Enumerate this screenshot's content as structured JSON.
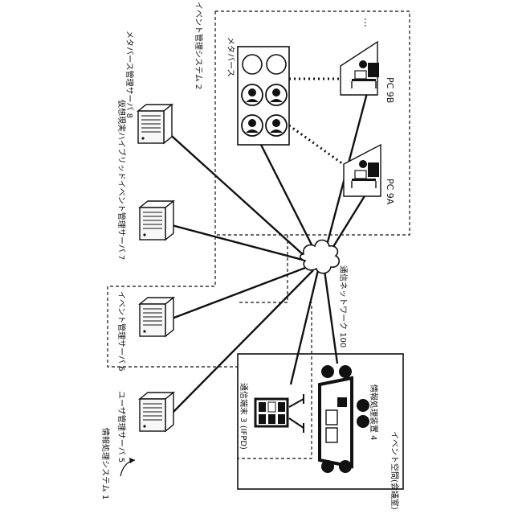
{
  "labels": {
    "system": "情報処理システム 1",
    "event_system": "イベント管理システム 2",
    "metaverse": "メタバース",
    "metaverse_server": "メタバース管理サーバ 8",
    "hybrid_server": "仮想現実ハイブリッドイベント管理サーバ 7",
    "event_server": "イベント管理サーバ 6",
    "user_server": "ユーザ管理サーバ 5",
    "network": "通信ネットワーク 100",
    "pc_9b": "PC 9B",
    "pc_9a": "PC 9A",
    "ifpd": "通信端末 3 (IFPD)",
    "info_device": "情報処理装置 4",
    "event_space": "イベント空間(会議室)",
    "ellipsis": "…"
  },
  "colors": {
    "stroke": "#111111",
    "server_face": "#f2f2f2",
    "background": "#ffffff"
  },
  "icons": [
    "server-icon",
    "cloud-icon",
    "avatar-icon",
    "pc-user-icon",
    "ifpd-icon",
    "meeting-table-icon"
  ]
}
